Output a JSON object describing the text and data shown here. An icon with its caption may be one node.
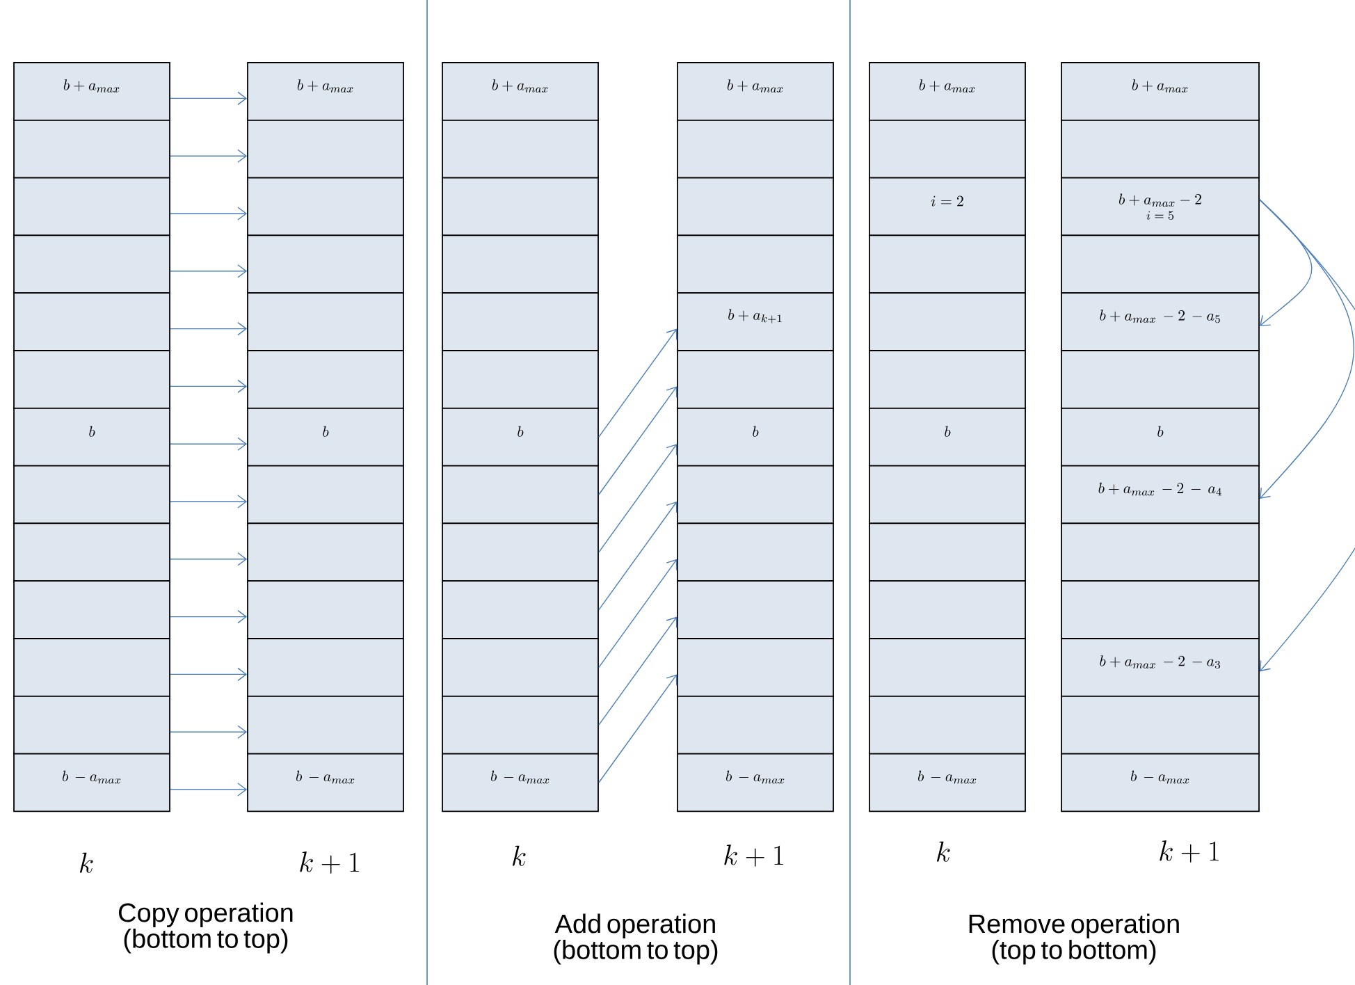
{
  "diagram": {
    "nodes": [
      {
        "text": [
          "b+a_{max}"
        ]
      },
      {
        "text": [],
        "shape": "box"
      },
      {
        "text": [],
        "shape": "box"
      },
      {
        "text": [],
        "shape": "box"
      },
      {
        "text": [],
        "shape": "box"
      },
      {
        "text": [],
        "shape": "box"
      },
      {
        "text": [
          "b"
        ]
      },
      {
        "text": [],
        "shape": "box"
      },
      {
        "text": [],
        "shape": "box"
      },
      {
        "text": [],
        "shape": "box"
      },
      {
        "text": [],
        "shape": "box"
      },
      {
        "text": [],
        "shape": "box"
      },
      {
        "text": [
          "b\\,-a_{max}"
        ]
      },
      {
        "text": [
          "b+a_{max}"
        ]
      },
      {
        "text": [],
        "shape": "box"
      },
      {
        "text": [],
        "shape": "box"
      },
      {
        "text": [],
        "shape": "box"
      },
      {
        "text": [],
        "shape": "box"
      },
      {
        "text": [],
        "shape": "box"
      },
      {
        "text": [
          "b"
        ]
      },
      {
        "text": [],
        "shape": "box"
      },
      {
        "text": [],
        "shape": "box"
      },
      {
        "text": [],
        "shape": "box"
      },
      {
        "text": [],
        "shape": "box"
      },
      {
        "text": [],
        "shape": "box"
      },
      {
        "text": [
          "b\\,-a_{max}"
        ]
      },
      {
        "text": [
          "b+a_{max}"
        ]
      },
      {
        "text": [],
        "shape": "box"
      },
      {
        "text": [],
        "shape": "box"
      },
      {
        "text": [],
        "shape": "box"
      },
      {
        "text": [],
        "shape": "box"
      },
      {
        "text": [],
        "shape": "box"
      },
      {
        "text": [
          "b"
        ]
      },
      {
        "text": [],
        "shape": "box"
      },
      {
        "text": [],
        "shape": "box"
      },
      {
        "text": [],
        "shape": "box"
      },
      {
        "text": [],
        "shape": "box"
      },
      {
        "text": [],
        "shape": "box"
      },
      {
        "text": [
          "b\\,-a_{max}"
        ]
      },
      {
        "text": [
          "b+a_{max}"
        ]
      },
      {
        "text": [],
        "shape": "box"
      },
      {
        "text": [],
        "shape": "box"
      },
      {
        "text": [],
        "shape": "box"
      },
      {
        "text": [
          "b+a_{k+1}"
        ]
      },
      {
        "text": [],
        "shape": "box"
      },
      {
        "text": [
          "b"
        ]
      },
      {
        "text": [],
        "shape": "box"
      },
      {
        "text": [],
        "shape": "box"
      },
      {
        "text": [],
        "shape": "box"
      },
      {
        "text": [],
        "shape": "box"
      },
      {
        "text": [],
        "shape": "box"
      },
      {
        "text": [
          "b\\,-a_{max}"
        ]
      },
      {
        "text": [
          "b+a_{max}"
        ]
      },
      {
        "text": [],
        "shape": "box"
      },
      {
        "text": [
          "i=2"
        ]
      },
      {
        "text": [],
        "shape": "box"
      },
      {
        "text": [],
        "shape": "box"
      },
      {
        "text": [],
        "shape": "box"
      },
      {
        "text": [
          "b"
        ]
      },
      {
        "text": [],
        "shape": "box"
      },
      {
        "text": [],
        "shape": "box"
      },
      {
        "text": [],
        "shape": "box"
      },
      {
        "text": [],
        "shape": "box"
      },
      {
        "text": [],
        "shape": "box"
      },
      {
        "text": [
          "b\\,-a_{max}"
        ]
      },
      {
        "text": [
          "b+a_{max}"
        ]
      },
      {
        "text": [],
        "shape": "box"
      },
      {
        "text": [
          "b+a_{max}-2",
          "i=5"
        ]
      },
      {
        "text": [],
        "shape": "box"
      },
      {
        "text": [
          "b+a_{max}\\,-2\\,-a_5"
        ]
      },
      {
        "text": [],
        "shape": "box"
      },
      {
        "text": [
          "b"
        ]
      },
      {
        "text": [
          "b+a_{max}\\,-2\\,-\\,a_4"
        ]
      },
      {
        "text": [],
        "shape": "box"
      },
      {
        "text": [],
        "shape": "box"
      },
      {
        "text": [
          "b+a_{max}\\,-2\\,-a_3"
        ]
      },
      {
        "text": [],
        "shape": "box"
      },
      {
        "text": [
          "b\\,-a_{max}"
        ]
      }
    ],
    "edges": [
      {
        "from": 0,
        "to": 13,
        "arrow": "to"
      },
      {
        "from": 1,
        "to": 14,
        "arrow": "to"
      },
      {
        "from": 2,
        "to": 15,
        "arrow": "to"
      },
      {
        "from": 3,
        "to": 16,
        "arrow": "to"
      },
      {
        "from": 4,
        "to": 17,
        "arrow": "to"
      },
      {
        "from": 5,
        "to": 18,
        "arrow": "to"
      },
      {
        "from": 6,
        "to": 19,
        "arrow": "to"
      },
      {
        "from": 7,
        "to": 20,
        "arrow": "to"
      },
      {
        "from": 8,
        "to": 21,
        "arrow": "to"
      },
      {
        "from": 9,
        "to": 22,
        "arrow": "to"
      },
      {
        "from": 10,
        "to": 23,
        "arrow": "to"
      },
      {
        "from": 11,
        "to": 24,
        "arrow": "to"
      },
      {
        "from": 12,
        "to": 25,
        "arrow": "to"
      },
      {
        "from": 32,
        "to": 43,
        "arrow": "to"
      },
      {
        "from": 33,
        "to": 44,
        "arrow": "to"
      },
      {
        "from": 34,
        "to": 45,
        "arrow": "to"
      },
      {
        "from": 35,
        "to": 46,
        "arrow": "to"
      },
      {
        "from": 36,
        "to": 47,
        "arrow": "to"
      },
      {
        "from": 37,
        "to": 48,
        "arrow": "to"
      },
      {
        "from": 38,
        "to": 49,
        "arrow": "to"
      },
      {
        "from": 67,
        "to": 69,
        "arrow": "to"
      },
      {
        "from": 67,
        "to": 72,
        "arrow": "to"
      },
      {
        "from": 67,
        "to": 75,
        "arrow": "to"
      }
    ],
    "labels": [
      "k",
      "k+1",
      "Copy operation (bottom to top)",
      "k",
      "k+1",
      "Add operation (bottom to top)",
      "k",
      "k+1",
      "Remove operation (top to bottom)"
    ]
  }
}
